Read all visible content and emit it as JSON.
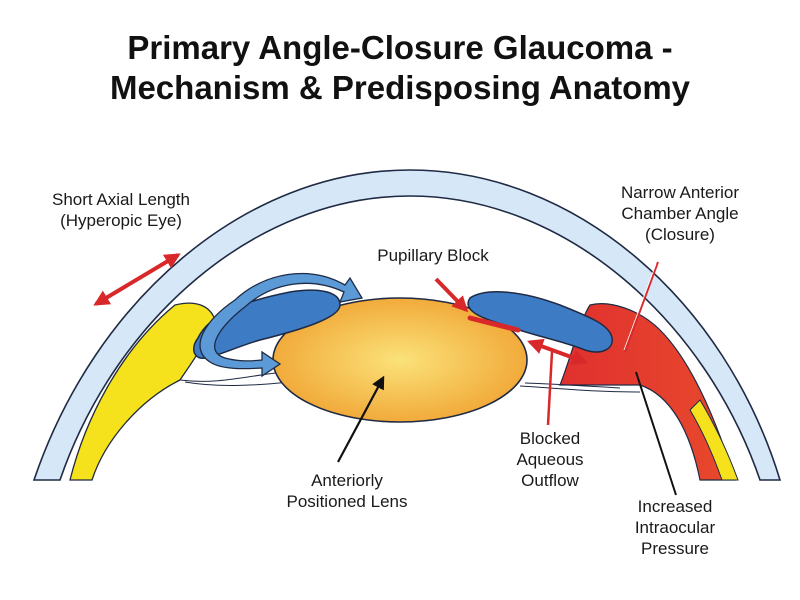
{
  "title": {
    "line1": "Primary Angle-Closure Glaucoma -",
    "line2": "Mechanism & Predisposing Anatomy"
  },
  "labels": {
    "axial_length": {
      "line1": "Short Axial Length",
      "line2": "(Hyperopic Eye)"
    },
    "pupillary_block": {
      "line1": "Pupillary Block"
    },
    "narrow_angle": {
      "line1": "Narrow Anterior",
      "line2": "Chamber Angle",
      "line3": "(Closure)"
    },
    "lens": {
      "line1": "Anteriorly",
      "line2": "Positioned Lens"
    },
    "blocked_outflow": {
      "line1": "Blocked",
      "line2": "Aqueous",
      "line3": "Outflow"
    },
    "iop": {
      "line1": "Increased",
      "line2": "Intraocular",
      "line3": "Pressure"
    }
  },
  "colors": {
    "cornea_fill": "#d6e8f7",
    "cornea_stroke": "#1f2a44",
    "iris": "#3d7bc4",
    "lens_center": "#fbe27a",
    "lens_edge": "#f0a534",
    "left_angle": "#f6e21c",
    "right_angle": "#e0302f",
    "red_arrow": "#d9282a",
    "blue_arrow": "#5b9ad6"
  }
}
